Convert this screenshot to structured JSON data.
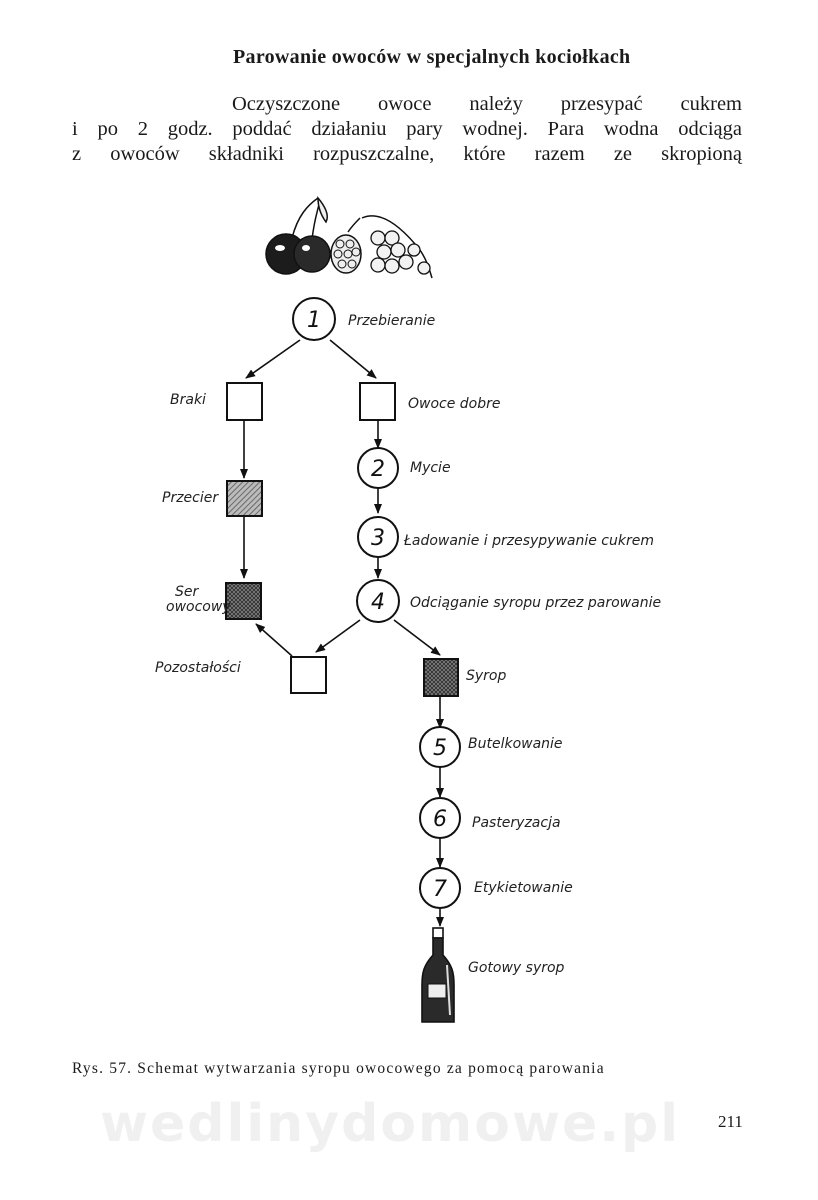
{
  "heading": "Parowanie owoców w specjalnych kociołkach",
  "paragraph_lines": [
    "Oczyszczone owoce należy przesypać cukrem",
    "i po 2 godz. poddać działaniu pary wodnej. Para wodna odciąga",
    "z owoców składniki rozpuszczalne, które razem ze skropioną"
  ],
  "diagram": {
    "steps": [
      {
        "num": "1",
        "label": "Przebieranie"
      },
      {
        "num": "2",
        "label": "Mycie"
      },
      {
        "num": "3",
        "label": "Ładowanie i przesypywanie cukrem"
      },
      {
        "num": "4",
        "label": "Odciąganie syropu przez parowanie"
      },
      {
        "num": "5",
        "label": "Butelkowanie"
      },
      {
        "num": "6",
        "label": "Pasteryzacja"
      },
      {
        "num": "7",
        "label": "Etykietowanie"
      }
    ],
    "boxes": {
      "braki": "Braki",
      "owoce_dobre": "Owoce dobre",
      "przecier": "Przecier",
      "ser_line1": "Ser",
      "ser_line2": "owocowy",
      "pozostalosci": "Pozostałości",
      "syrop": "Syrop"
    },
    "final_product": "Gotowy syrop"
  },
  "caption": "Rys. 57. Schemat wytwarzania syropu owocowego za pomocą parowania",
  "page_number": "211",
  "watermark": "wedlinydomowe.pl"
}
